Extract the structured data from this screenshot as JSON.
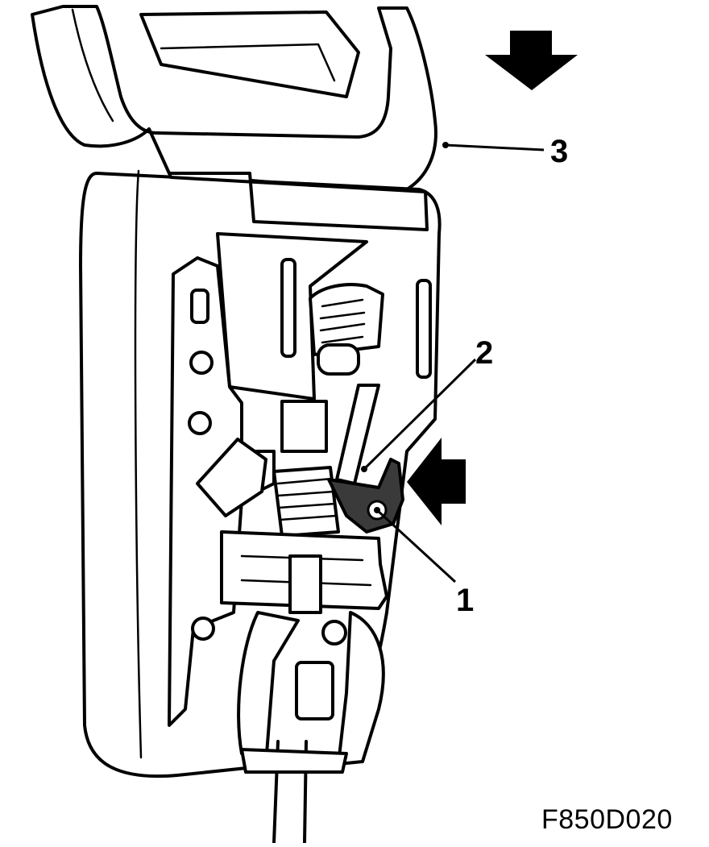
{
  "callouts": {
    "c1": "1",
    "c2": "2",
    "c3": "3"
  },
  "figure_code": "F850D020",
  "colors": {
    "ink": "#000000",
    "paper": "#ffffff",
    "highlight_part": "#3a3a3a"
  }
}
